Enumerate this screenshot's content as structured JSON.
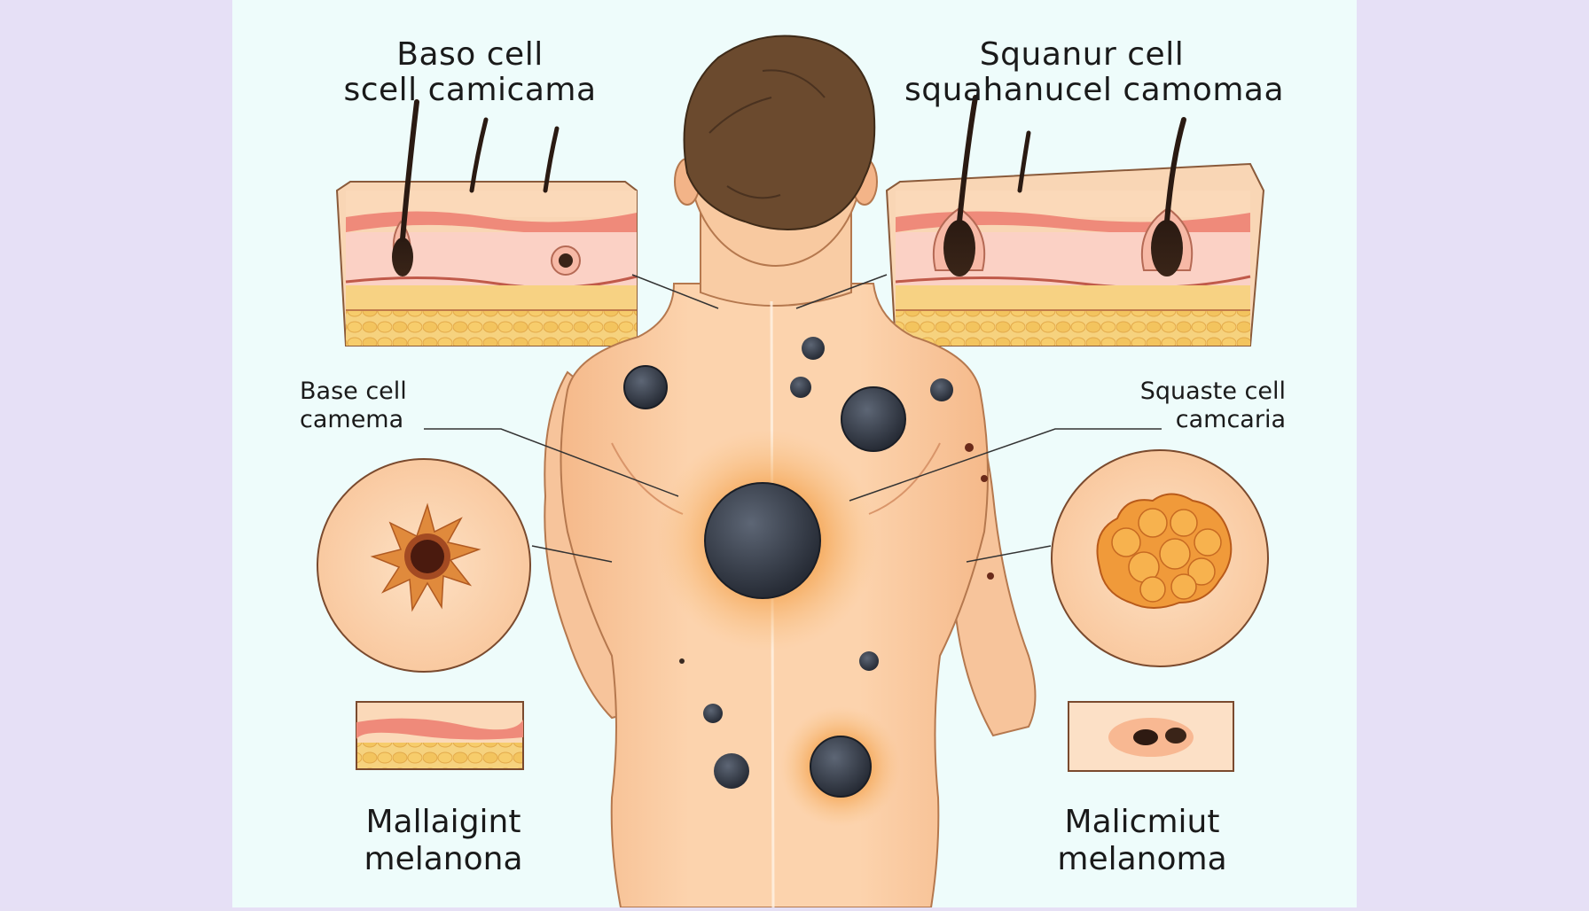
{
  "labels": {
    "top_left": {
      "line1": "Baso cell",
      "line2": "scell  camicama"
    },
    "top_right": {
      "line1": "Squanur cell",
      "line2": "squahanucel camomaa"
    },
    "mid_left": {
      "line1": "Base cell",
      "line2": "camema"
    },
    "mid_right": {
      "line1": "Squaste cell",
      "line2": "camcaria"
    },
    "bottom_left": {
      "line1": "Mallaigint",
      "line2": "melanona"
    },
    "bottom_right": {
      "line1": "Malicmiut",
      "line2": "melanoma"
    }
  },
  "colors": {
    "background": "#e6e0f5",
    "panel": "#eefcfb",
    "skin": "#fbd3ad",
    "lesion": "#3e4452",
    "hair": "#6b4a2e",
    "fat": "#f3c76a"
  }
}
